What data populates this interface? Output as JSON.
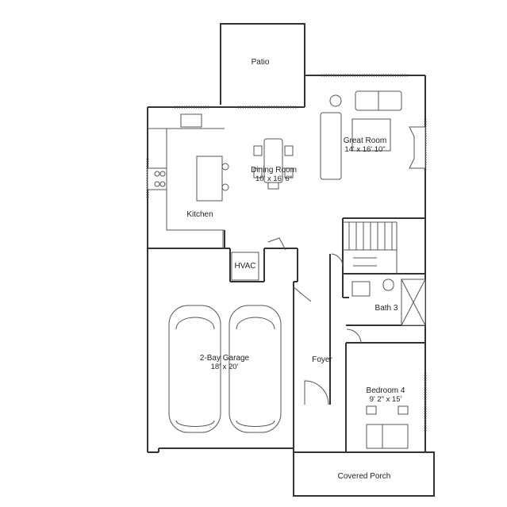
{
  "rooms": {
    "patio": {
      "name": "Patio"
    },
    "great_room": {
      "name": "Great Room",
      "size": "14' x 16' 10\""
    },
    "dining_room": {
      "name": "Dining Room",
      "size": "10' x 16' 6\""
    },
    "kitchen": {
      "name": "Kitchen"
    },
    "hvac": {
      "name": "HVAC"
    },
    "bath_3": {
      "name": "Bath 3"
    },
    "garage": {
      "name": "2-Bay Garage",
      "size": "18' x 20'"
    },
    "foyer": {
      "name": "Foyer"
    },
    "bedroom_4": {
      "name": "Bedroom 4",
      "size": "9' 2\" x 15'"
    },
    "covered_porch": {
      "name": "Covered Porch"
    }
  },
  "colors": {
    "wall": "#333333",
    "fixture": "#555555",
    "text": "#222222"
  }
}
